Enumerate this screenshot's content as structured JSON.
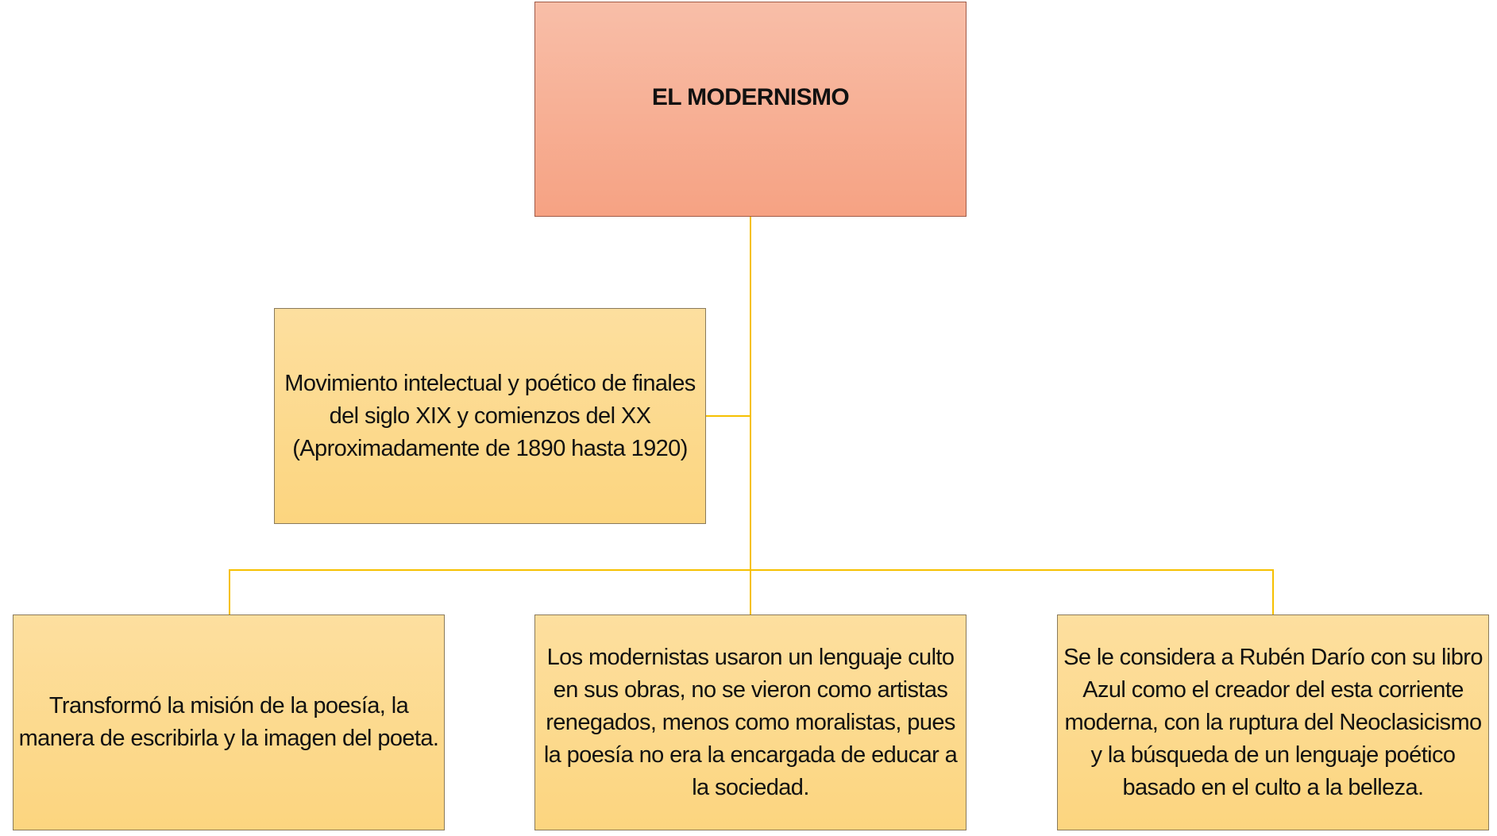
{
  "root": {
    "title": "EL MODERNISMO"
  },
  "definition": {
    "text": "Movimiento intelectual y poético de finales del siglo XIX y comienzos del XX (Aproximadamente de 1890 hasta 1920)"
  },
  "children": [
    {
      "text": "Transformó la misión de la poesía, la manera de escribirla y la imagen del poeta."
    },
    {
      "text": "Los modernistas usaron un lenguaje culto en sus obras, no se vieron como artistas renegados, menos como moralistas, pues la poesía no era la encargada de educar a la sociedad."
    },
    {
      "text": "Se le considera a Rubén Darío con su libro Azul como el creador del esta corriente moderna, con la ruptura del Neoclasicismo y la búsqueda de un lenguaje poético basado en el culto a la belleza."
    }
  ],
  "colors": {
    "connector": "#f6c000",
    "root_fill": "#f7b096",
    "node_fill": "#fdda8f"
  }
}
